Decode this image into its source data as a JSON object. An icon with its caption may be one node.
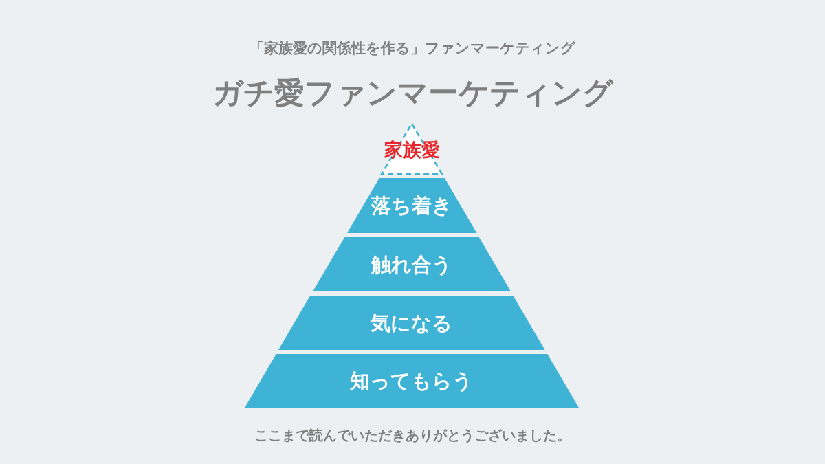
{
  "diagram": {
    "title": "ガチ愛ファンマーケティング",
    "nodes": [
      {
        "text": [
          "家族愛"
        ]
      },
      {
        "text": [
          "落ち着き"
        ]
      },
      {
        "text": [
          "触れ合う"
        ]
      },
      {
        "text": [
          "気になる"
        ]
      },
      {
        "text": [
          "知ってもらう"
        ]
      }
    ],
    "labels": [
      "「家族愛の関係性を作る」ファンマーケティング",
      "ここまで読んでいただきありがとうございました。"
    ]
  }
}
